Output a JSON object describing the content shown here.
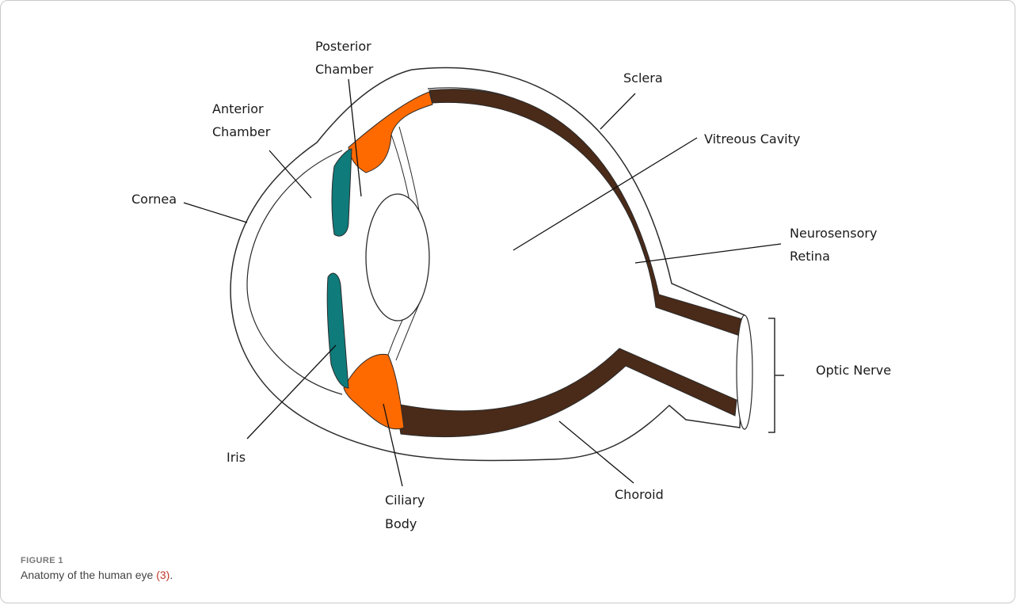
{
  "diagram": {
    "labels": {
      "posterior_chamber": [
        "Posterior",
        "Chamber"
      ],
      "anterior_chamber": [
        "Anterior",
        "Chamber"
      ],
      "sclera": "Sclera",
      "vitreous_cavity": "Vitreous Cavity",
      "cornea": "Cornea",
      "neurosensory_retina": [
        "Neurosensory",
        "Retina"
      ],
      "optic_nerve": "Optic Nerve",
      "iris": "Iris",
      "ciliary_body": [
        "Ciliary",
        "Body"
      ],
      "choroid": "Choroid"
    },
    "colors": {
      "iris": "#0f7b7b",
      "ciliary_body": "#ff6a00",
      "choroid": "#4a2a18",
      "outline": "#2b2b2b"
    }
  },
  "caption": {
    "label": "FIGURE 1",
    "text": "Anatomy of the human eye",
    "ref": "(3)",
    "end": "."
  }
}
